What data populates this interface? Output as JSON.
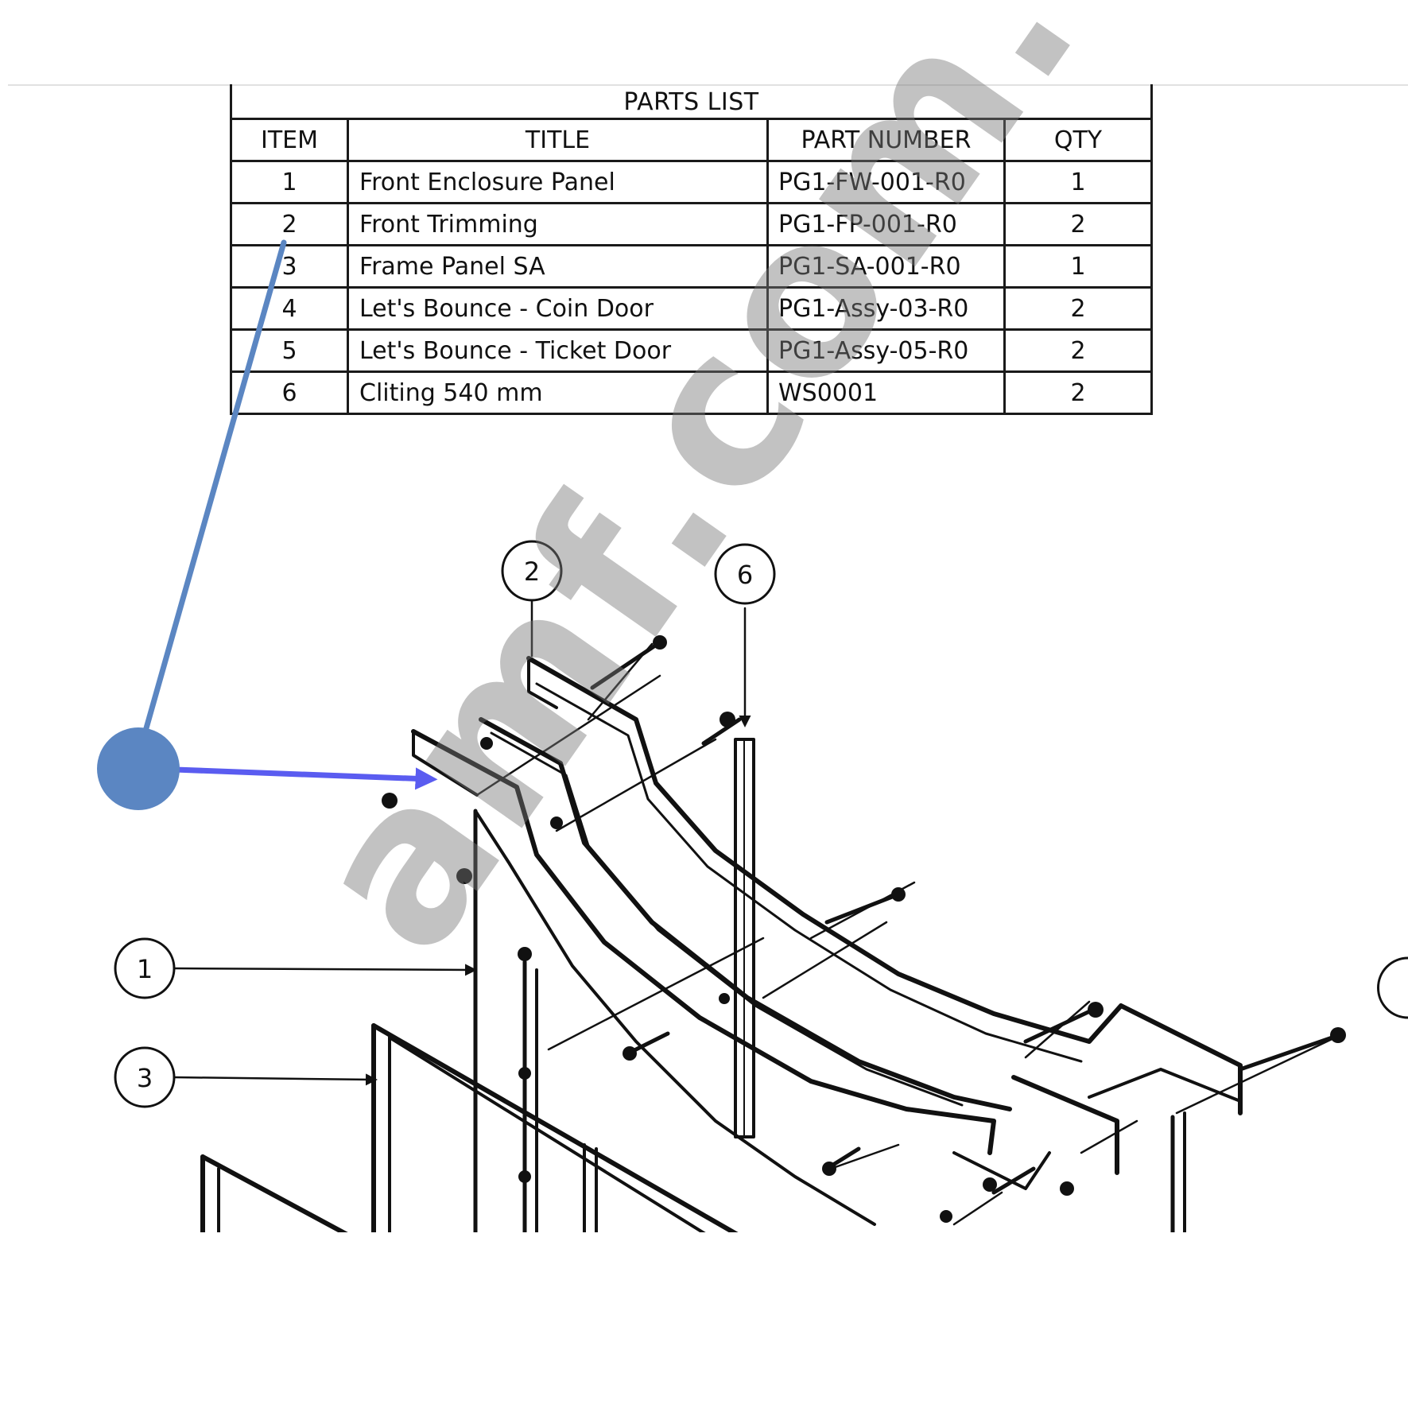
{
  "parts_list": {
    "caption": "PARTS LIST",
    "headers": {
      "item": "ITEM",
      "title": "TITLE",
      "part_number": "PART NUMBER",
      "qty": "QTY"
    },
    "rows": [
      {
        "item": "1",
        "title": "Front Enclosure Panel",
        "part_number": "PG1-FW-001-R0",
        "qty": "1"
      },
      {
        "item": "2",
        "title": "Front Trimming",
        "part_number": "PG1-FP-001-R0",
        "qty": "2"
      },
      {
        "item": "3",
        "title": "Frame Panel SA",
        "part_number": "PG1-SA-001-R0",
        "qty": "1"
      },
      {
        "item": "4",
        "title": "Let's Bounce - Coin Door",
        "part_number": "PG1-Assy-03-R0",
        "qty": "2"
      },
      {
        "item": "5",
        "title": "Let's Bounce - Ticket Door",
        "part_number": "PG1-Assy-05-R0",
        "qty": "2"
      },
      {
        "item": "6",
        "title": "Cliting 540 mm",
        "part_number": "WS0001",
        "qty": "2"
      }
    ]
  },
  "balloons": {
    "b1": "1",
    "b2": "2",
    "b3": "3",
    "b6": "6"
  },
  "watermark": "amf.com.tr",
  "colors": {
    "line": "#111111",
    "annotation_blue": "#5b86c2",
    "arrow_violet": "#5a5cf0",
    "watermark": "#8a8a8a"
  }
}
